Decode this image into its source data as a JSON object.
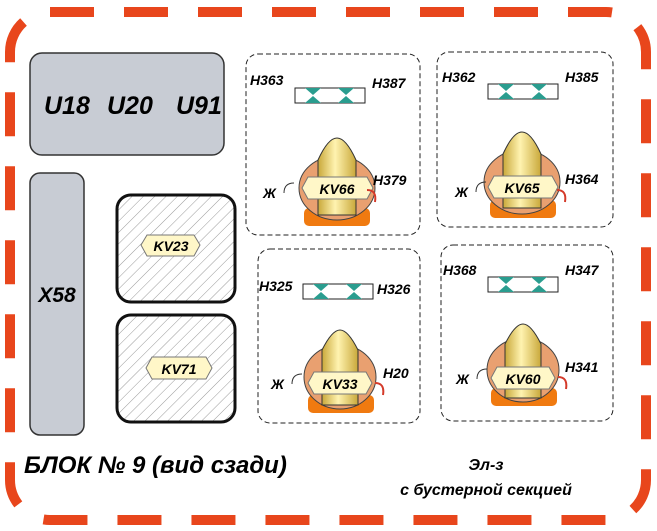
{
  "panel": {
    "title": "БЛОК № 9 (вид сзади)",
    "note_line1": "Эл-з",
    "note_line2": "с бустерной секцией"
  },
  "blocks": {
    "top": {
      "l1": "U18",
      "l2": "U20",
      "l3": "U91"
    },
    "side": "X58",
    "relay_a": "KV23",
    "relay_b": "KV71"
  },
  "modules": [
    {
      "tl": "Н363",
      "tr": "Н387",
      "relay": "KV66",
      "right": "Н379",
      "left": "Ж"
    },
    {
      "tl": "Н362",
      "tr": "Н385",
      "relay": "KV65",
      "right": "Н364",
      "left": "Ж"
    },
    {
      "tl": "Н325",
      "tr": "Н326",
      "relay": "KV33",
      "right": "Н20",
      "left": "Ж"
    },
    {
      "tl": "Н368",
      "tr": "Н347",
      "relay": "KV60",
      "right": "Н341",
      "left": "Ж"
    }
  ],
  "colors": {
    "frame": "#e8461c",
    "block_fill": "#c8ccd4",
    "tag_fill": "#fff7c8",
    "relay_fill": "#f6e08a",
    "relay_base": "#f07a10",
    "connector": "#2a9d8f"
  }
}
